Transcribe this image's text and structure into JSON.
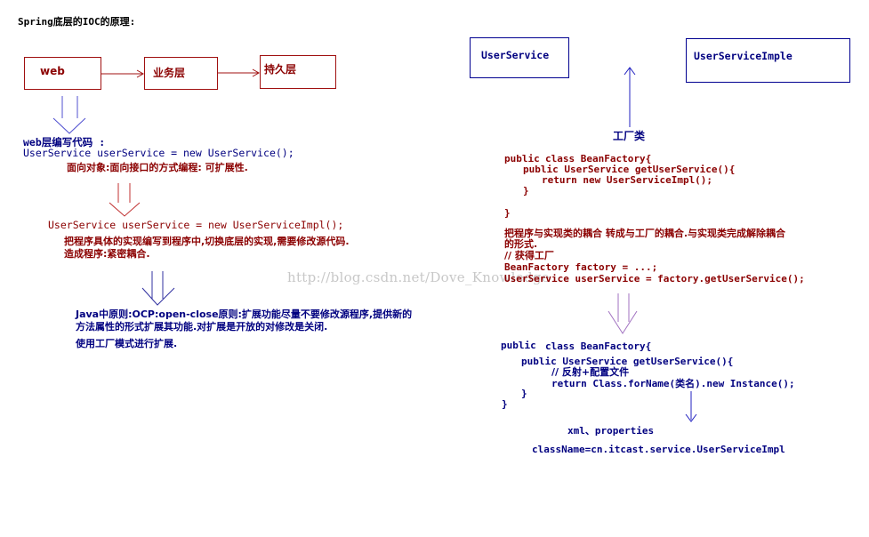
{
  "title": "Spring底层的IOC的原理:",
  "layers": {
    "web": "web",
    "business": "业务层",
    "persistence": "持久层"
  },
  "left": {
    "code_heading": "web层编写代码 :",
    "code1": "UserService userService = new UserService();",
    "note1": "面向对象:面向接口的方式编程: 可扩展性.",
    "code2": "UserService userService = new UserServiceImpl();",
    "note2_line1": "把程序具体的实现编写到程序中,切换底层的实现,需要修改源代码.",
    "note2_line2": "造成程序:紧密耦合.",
    "ocp_line1": "Java中原则:OCP:open-close原则:扩展功能尽量不要修改源程序,提供新的",
    "ocp_line2": "方法属性的形式扩展其功能.对扩展是开放的对修改是关闭.",
    "ocp_line3": "使用工厂模式进行扩展."
  },
  "right": {
    "box_service": "UserService",
    "box_impl": "UserServiceImple",
    "factory_label": "工厂类",
    "f1_l1_kw": "public",
    "f1_l1_rest": "class BeanFactory{",
    "f1_l2": "public UserService getUserService(){",
    "f1_l3": "return new UserServiceImpl();",
    "f1_l4": "}",
    "f1_l5": "}",
    "coupling_line1": "把程序与实现类的耦合 转成与工厂的耦合.与实现类完成解除耦合",
    "coupling_line2": "的形式.",
    "comment": "// 获得工厂",
    "factory_decl": "BeanFactory factory = ...;",
    "factory_call": "UserService userService = factory.getUserService();",
    "f2_l1_kw": "public",
    "f2_l1_rest": "class BeanFactory{",
    "f2_l2": "public UserService getUserService(){",
    "f2_l3": "// 反射+配置文件",
    "f2_l4": "return Class.forName(类名).new Instance();",
    "f2_l5": "}",
    "f2_l6": "}",
    "config": "xml、properties",
    "classname": "className=cn.itcast.service.UserServiceImpl"
  },
  "watermark": "http://blog.csdn.net/Dove_Knowledge",
  "colors": {
    "navy": "#000080",
    "dark_red": "#8b0000",
    "box_red": "#a01010",
    "box_blue": "#000090",
    "watermark": "#c8c8c8"
  }
}
